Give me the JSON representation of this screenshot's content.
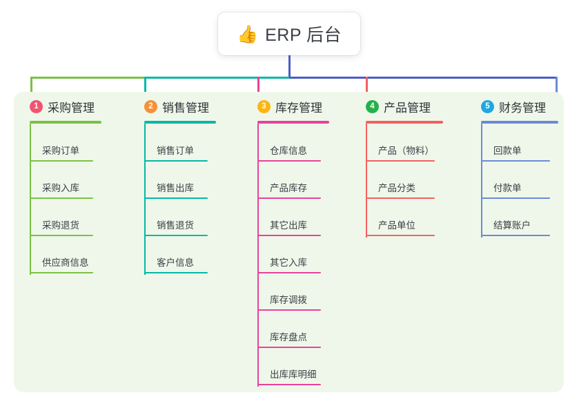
{
  "root": {
    "icon": "thumbs-up-emoji",
    "emoji": "👍",
    "title": "ERP 后台"
  },
  "theme": {
    "page_background": "#ffffff",
    "panel_background": "#eff7ea",
    "text_color": "#3a3f46",
    "root_line_color": "#4a5bc4"
  },
  "connector": {
    "segments": [
      {
        "name": "segment-green",
        "color": "#7ac143"
      },
      {
        "name": "segment-teal",
        "color": "#05b8a4"
      },
      {
        "name": "segment-indigo",
        "color": "#4a5bc4"
      }
    ]
  },
  "columns": [
    {
      "number": "1",
      "title": "采购管理",
      "badge_color": "#f05470",
      "line_color": "#7ac143",
      "drop_color": "#7ac143",
      "items": [
        "采购订单",
        "采购入库",
        "采购退货",
        "供应商信息"
      ]
    },
    {
      "number": "2",
      "title": "销售管理",
      "badge_color": "#f79038",
      "line_color": "#05b8a4",
      "drop_color": "#05b8a4",
      "items": [
        "销售订单",
        "销售出库",
        "销售退货",
        "客户信息"
      ]
    },
    {
      "number": "3",
      "title": "库存管理",
      "badge_color": "#fbb515",
      "line_color": "#e8419b",
      "drop_color": "#e8419b",
      "items": [
        "仓库信息",
        "产品库存",
        "其它出库",
        "其它入库",
        "库存调拨",
        "库存盘点",
        "出库库明细"
      ]
    },
    {
      "number": "4",
      "title": "产品管理",
      "badge_color": "#22b24c",
      "line_color": "#f4605e",
      "drop_color": "#f4605e",
      "items": [
        "产品（物料）",
        "产品分类",
        "产品单位"
      ]
    },
    {
      "number": "5",
      "title": "财务管理",
      "badge_color": "#21a7e0",
      "line_color": "#6a8ad6",
      "drop_color": "#6a8ad6",
      "items": [
        "回款单",
        "付款单",
        "结算账户"
      ]
    }
  ]
}
